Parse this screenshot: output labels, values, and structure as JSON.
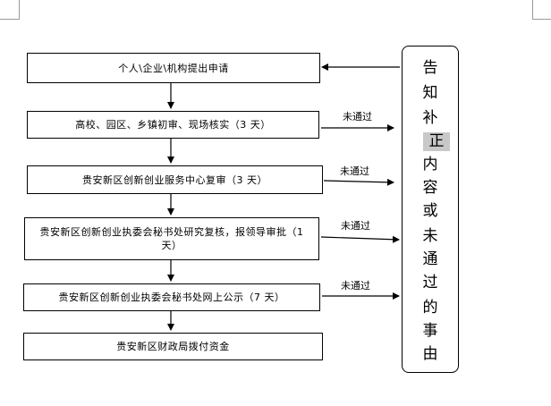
{
  "steps": [
    {
      "label": "个人\\企业\\机构提出申请"
    },
    {
      "label": "高校、园区、乡镇初审、现场核实（3 天）"
    },
    {
      "label": "贵安新区创新创业服务中心复审（3 天）"
    },
    {
      "label": "贵安新区创新创业执委会秘书处研究复核，报领导审批（1 天）"
    },
    {
      "label": "贵安新区创新创业执委会秘书处网上公示（7 天）"
    },
    {
      "label": "贵安新区财政局拨付资金"
    }
  ],
  "rejection_label": "未通过",
  "side_chars": [
    "告",
    "知",
    "补",
    "正",
    "内",
    "容",
    "或",
    "未",
    "通",
    "过",
    "的",
    "事",
    "由"
  ],
  "highlighted_char_index": 3
}
